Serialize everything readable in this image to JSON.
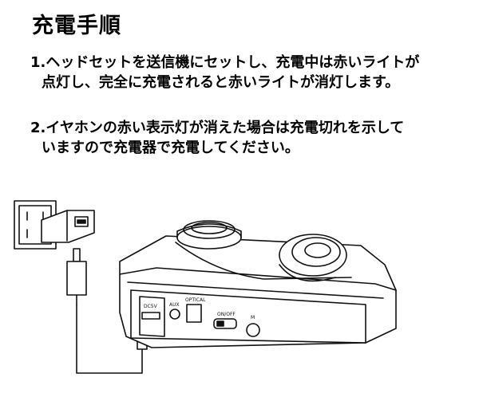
{
  "header": {
    "title": "充電手順"
  },
  "steps": [
    {
      "line1": "1.ヘッドセットを送信機にセットし、充電中は赤いライトが",
      "line2": "点灯し、完全に充電されると赤いライトが消灯します。"
    },
    {
      "line1": "2.イヤホンの赤い表示灯が消えた場合は充電切れを示して",
      "line2": "いますので充電器で充電してください。"
    }
  ],
  "device_labels": {
    "dc": "DC5V",
    "aux": "AUX",
    "optical": "OPTICAL",
    "power": "ON/OFF",
    "button": "M"
  },
  "icons": [
    "wall-outlet-icon",
    "usb-adapter-icon",
    "usb-plug-icon",
    "micro-usb-plug-icon"
  ]
}
